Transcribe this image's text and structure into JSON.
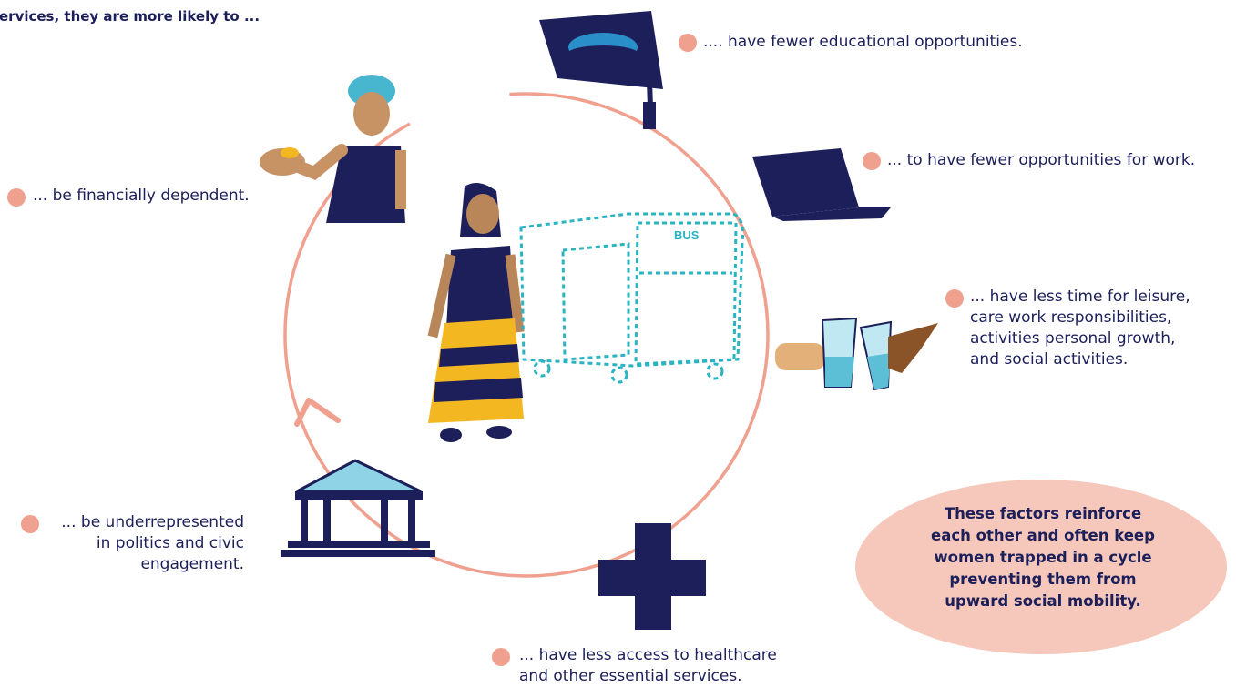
{
  "heading": "ervices, they are more likely to ...",
  "outcomes": {
    "education": ".... have fewer educational opportunities.",
    "work": "... to have fewer opportunities for work.",
    "leisure": [
      "... have less time for leisure,",
      "care work responsibilities,",
      "activities personal growth,",
      "and social activities."
    ],
    "financial": "... be financially dependent.",
    "politics": [
      "... be underrepresented",
      "in politics and civic",
      "engagement."
    ],
    "healthcare": [
      "... have less access to healthcare",
      "and other essential services."
    ]
  },
  "illustration": {
    "bus_sign": "BUS",
    "colors": {
      "cycle": "#f0a08e",
      "navy": "#1c1f5a",
      "teal": "#2ab3c0",
      "yellow": "#f3b722",
      "skin": "#b9865a"
    }
  },
  "summary": [
    "These factors reinforce",
    "each other and often keep",
    "women trapped in a cycle",
    "preventing them from",
    "upward social mobility."
  ]
}
